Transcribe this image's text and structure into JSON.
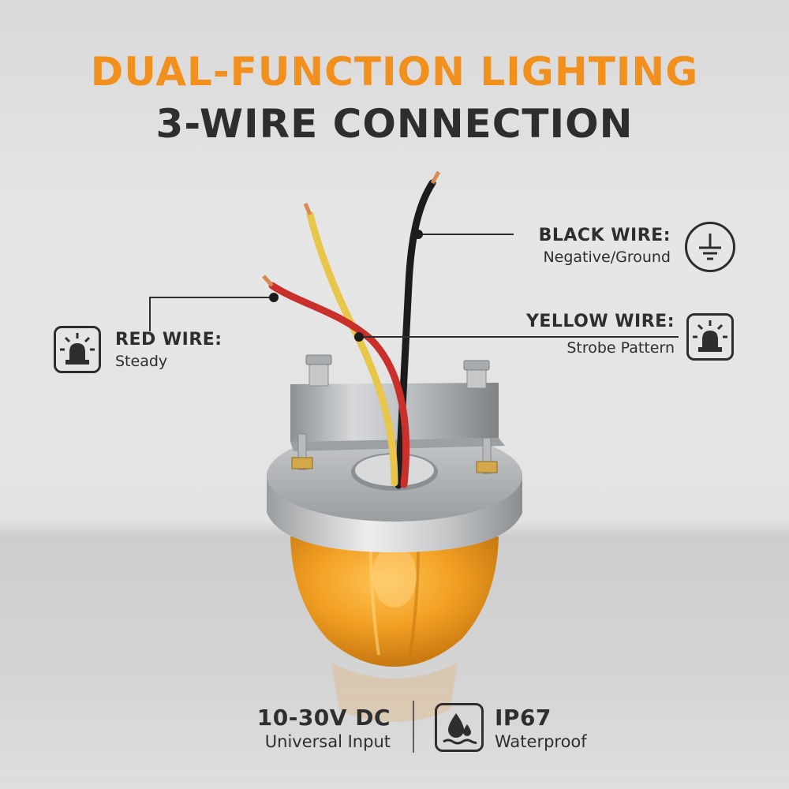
{
  "header": {
    "title_line1": "DUAL-FUNCTION LIGHTING",
    "title_line2": "3-WIRE CONNECTION"
  },
  "wires": {
    "black": {
      "title": "BLACK WIRE:",
      "desc": "Negative/Ground",
      "icon": "ground-icon"
    },
    "yellow": {
      "title": "YELLOW WIRE:",
      "desc": "Strobe Pattern",
      "icon": "beacon-icon"
    },
    "red": {
      "title": "RED WIRE:",
      "desc": "Steady",
      "icon": "beacon-icon"
    }
  },
  "specs": {
    "voltage": {
      "title": "10-30V DC",
      "desc": "Universal Input"
    },
    "rating": {
      "title": "IP67",
      "desc": "Waterproof",
      "icon": "water-drop-icon"
    }
  },
  "colors": {
    "accent_orange": "#f2901e",
    "text_dark": "#2e2e2e",
    "lens_amber": "#f0a020"
  }
}
